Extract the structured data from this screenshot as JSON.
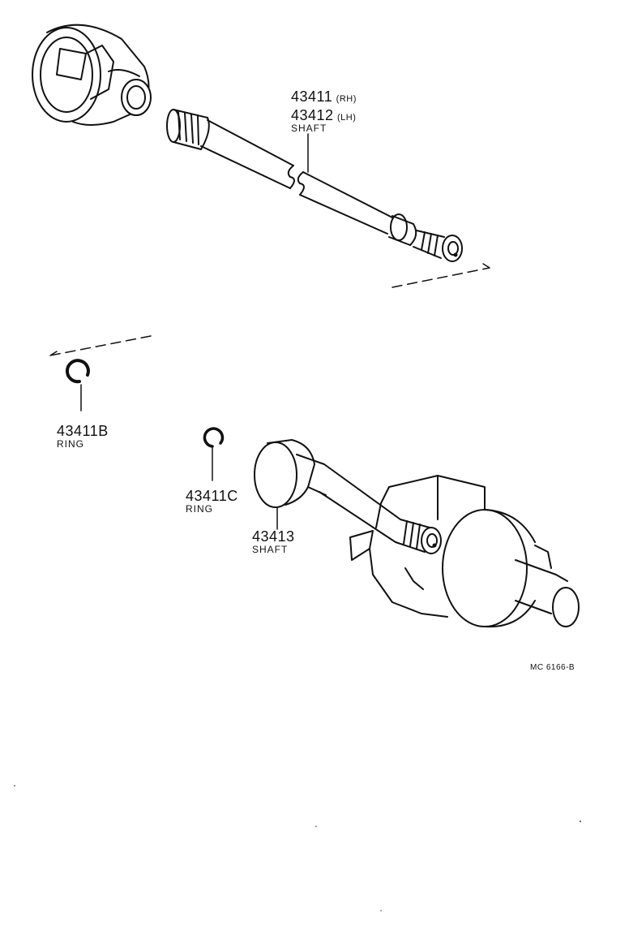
{
  "parts": {
    "shaft_main": {
      "rh_number": "43411",
      "rh_suffix": "(RH)",
      "lh_number": "43412",
      "lh_suffix": "(LH)",
      "name": "SHAFT"
    },
    "ring_b": {
      "number": "43411B",
      "name": "RING"
    },
    "ring_c": {
      "number": "43411C",
      "name": "RING"
    },
    "shaft_intermediate": {
      "number": "43413",
      "name": "SHAFT"
    }
  },
  "reference_code": "MC 6166-B",
  "colors": {
    "line": "#111111",
    "background": "#ffffff"
  }
}
